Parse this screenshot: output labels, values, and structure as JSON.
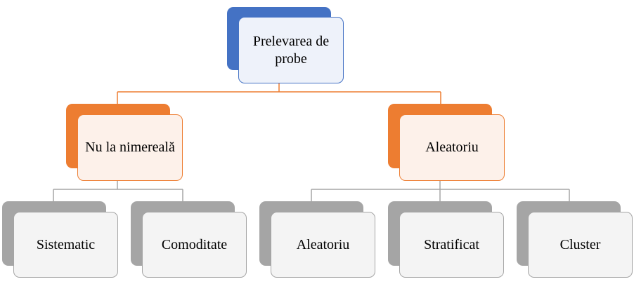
{
  "diagram": {
    "root": {
      "label": "Prelevarea de probe"
    },
    "branches": [
      {
        "label": "Nu la nimereală",
        "children": [
          {
            "label": "Sistematic"
          },
          {
            "label": "Comoditate"
          }
        ]
      },
      {
        "label": "Aleatoriu",
        "children": [
          {
            "label": "Aleatoriu"
          },
          {
            "label": "Stratificat"
          },
          {
            "label": "Cluster"
          }
        ]
      }
    ]
  },
  "colors": {
    "root_accent": "#4472c4",
    "branch_accent": "#ed7d31",
    "leaf_accent": "#a5a5a5",
    "connector_root": "#ed7d31",
    "connector_leaf": "#a5a5a5"
  }
}
